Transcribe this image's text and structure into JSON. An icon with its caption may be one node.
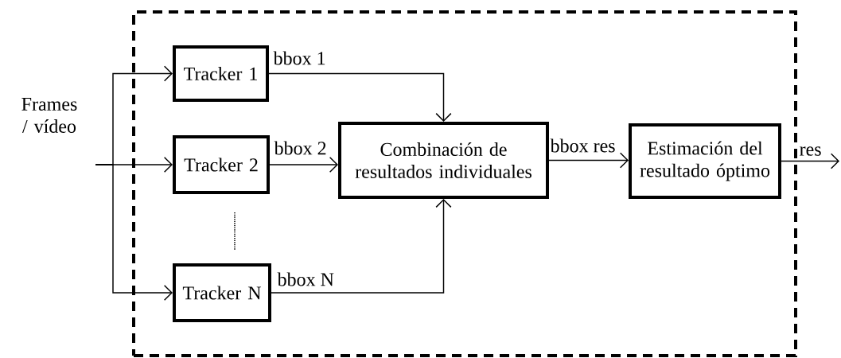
{
  "diagram": {
    "nodes": [
      {
        "text": [],
        "shape": "box"
      },
      {
        "text": [
          "Tracker 1"
        ],
        "in": 0
      },
      {
        "text": [
          "Tracker 2"
        ],
        "in": 0
      },
      {
        "text": [
          "Tracker N"
        ],
        "in": 0
      },
      {
        "text": [
          "Combinación de resultados individuales"
        ],
        "in": 0
      },
      {
        "text": [
          "Estimación del resultado óptimo"
        ],
        "in": 0
      }
    ],
    "edges": [
      {
        "from": null,
        "to": 1,
        "arrow": "to"
      },
      {
        "from": null,
        "to": 2,
        "arrow": "to"
      },
      {
        "from": null,
        "to": 3,
        "arrow": "to"
      },
      {
        "from": 1,
        "to": 4,
        "arrow": "to",
        "label": "bbox 1"
      },
      {
        "from": 2,
        "to": 4,
        "arrow": "to",
        "label": "bbox 2"
      },
      {
        "from": 3,
        "to": 4,
        "arrow": "to",
        "label": "bbox N"
      },
      {
        "from": 4,
        "to": 5,
        "arrow": "to",
        "label": "bbox res"
      },
      {
        "from": 5,
        "to": null,
        "arrow": "to",
        "label": "res"
      }
    ],
    "labels": [
      "Frames / vídeo"
    ]
  }
}
